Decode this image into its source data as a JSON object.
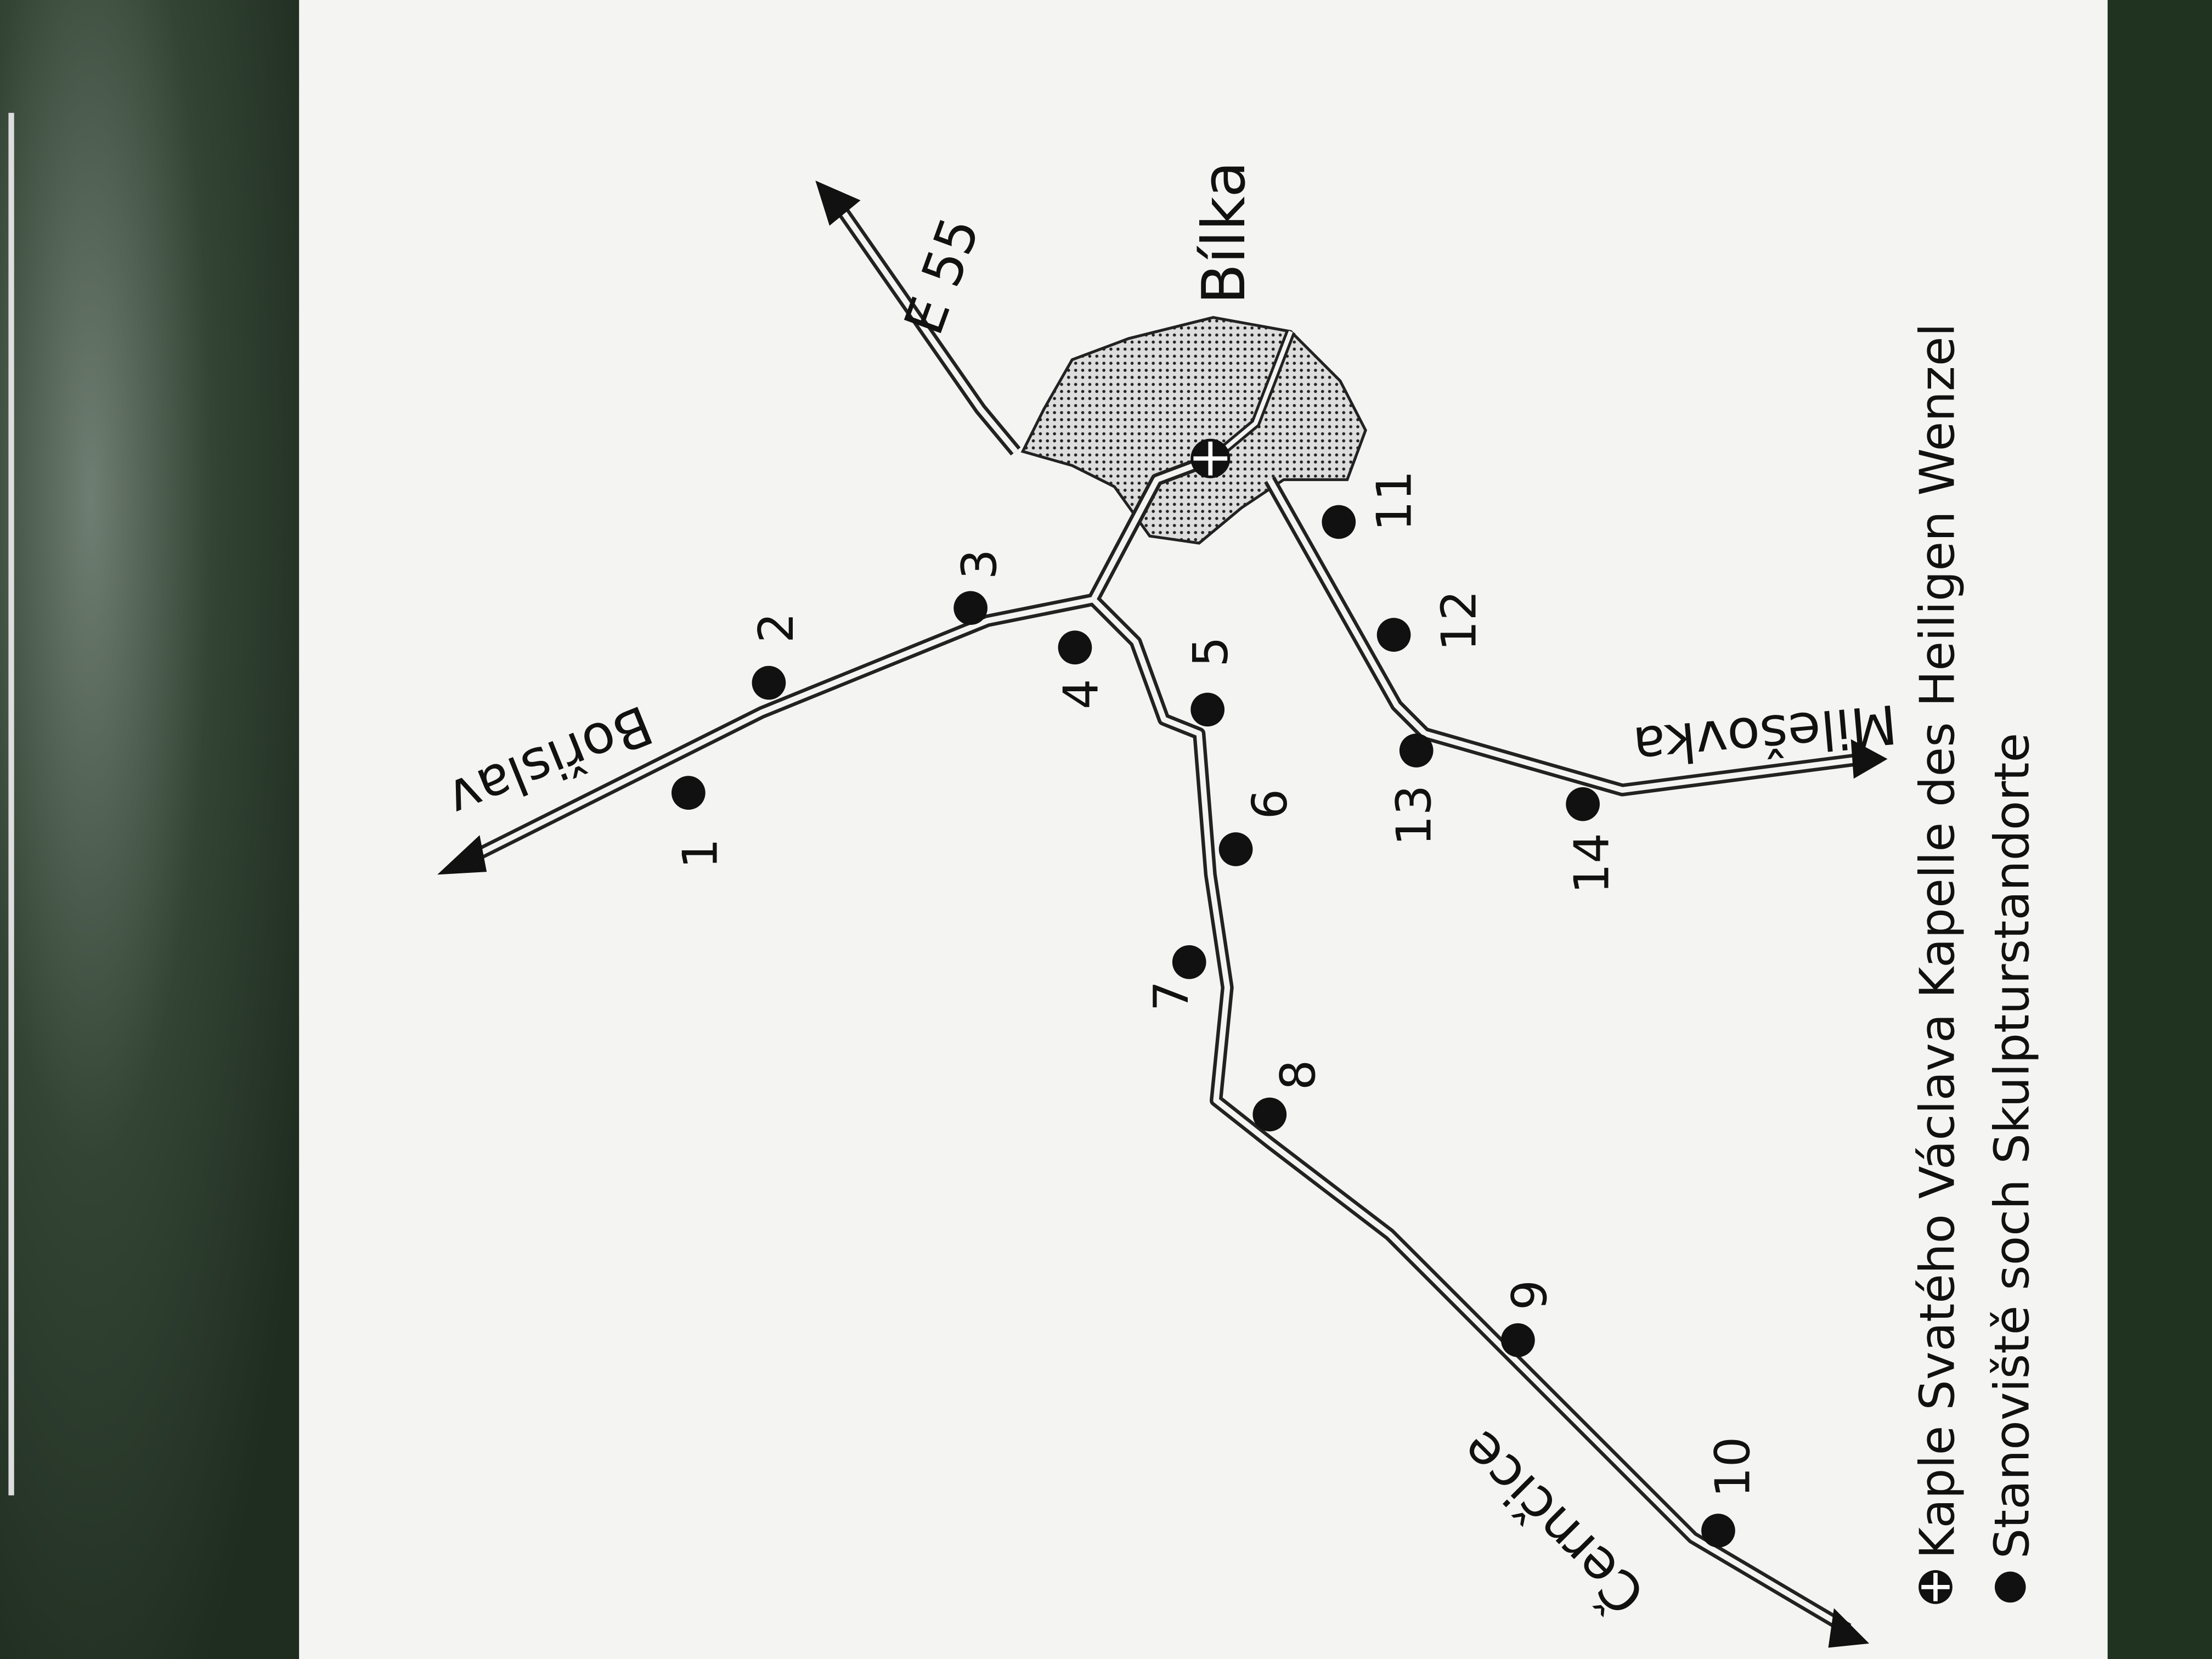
{
  "map": {
    "town": "Bílka",
    "roads": {
      "borislav": "Bořislav",
      "e55": "E 55",
      "milesovka": "Milešovka",
      "cernice": "Černčice"
    },
    "markers": [
      "1",
      "2",
      "3",
      "4",
      "5",
      "6",
      "7",
      "8",
      "9",
      "10",
      "11",
      "12",
      "13",
      "14"
    ],
    "legend": {
      "chapel_icon": "chapel-cross-icon",
      "chapel": "Kaple Svatého Václava Kapelle des Heiligen Wenzel",
      "sculpture_icon": "dot-icon",
      "sculptures": "Stanoviště soch Skulpturstandorte"
    },
    "colors": {
      "ink": "#111111",
      "paper": "#f4f4f2",
      "background": "#2c3a2e"
    }
  }
}
